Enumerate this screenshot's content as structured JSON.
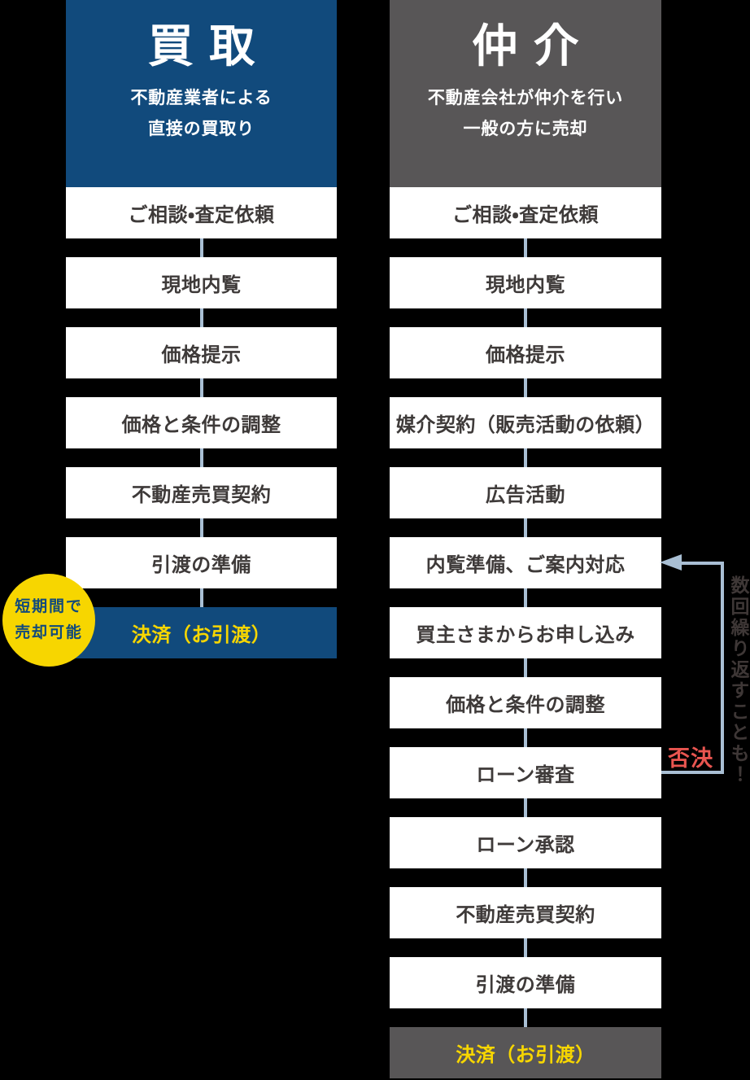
{
  "columns": [
    {
      "id": "kaitori",
      "title": "買取",
      "subtitle_line1": "不動産業者による",
      "subtitle_line2": "直接の買取り",
      "steps": [
        "ご相談・査定依頼",
        "現地内覧",
        "価格提示",
        "価格と条件の調整",
        "不動産売買契約",
        "引渡の準備"
      ],
      "final_step": "決済（お引渡）",
      "badge_line1": "短期間で",
      "badge_line2": "売却可能"
    },
    {
      "id": "chukai",
      "title": "仲介",
      "subtitle_line1": "不動産会社が仲介を行い",
      "subtitle_line2": "一般の方に売却",
      "steps": [
        "ご相談・査定依頼",
        "現地内覧",
        "価格提示",
        "媒介契約（販売活動の依頼）",
        "広告活動",
        "内覧準備、ご案内対応",
        "買主さまからお申し込み",
        "価格と条件の調整",
        "ローン審査",
        "ローン承認",
        "不動産売買契約",
        "引渡の準備"
      ],
      "final_step": "決済（お引渡）"
    }
  ],
  "loop_annotation": {
    "reject_label": "否決",
    "note": "数回繰り返すことも！"
  },
  "colors": {
    "background": "#000000",
    "kaitori_blue": "#114A7C",
    "chukai_gray": "#585657",
    "accent_yellow": "#F7D600",
    "reject_red": "#E95550",
    "connector_blue_gray": "#A9BFD4",
    "box_text": "#3E3A39",
    "note_text": "#3E3736"
  }
}
